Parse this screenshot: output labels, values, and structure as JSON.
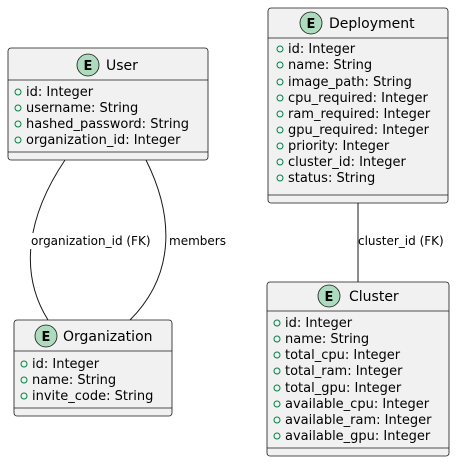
{
  "colors": {
    "entity_fill": "#f1f1f1",
    "entity_border": "#181818",
    "badge_fill": "#addbbd",
    "attr_marker_border": "#038048",
    "line": "#181818"
  },
  "badge_letter": "E",
  "attr_marker_icon": "public-circle-icon",
  "entities": {
    "user": {
      "name": "User",
      "attributes": [
        "id: Integer",
        "username: String",
        "hashed_password: String",
        "organization_id: Integer"
      ]
    },
    "organization": {
      "name": "Organization",
      "attributes": [
        "id: Integer",
        "name: String",
        "invite_code: String"
      ]
    },
    "deployment": {
      "name": "Deployment",
      "attributes": [
        "id: Integer",
        "name: String",
        "image_path: String",
        "cpu_required: Integer",
        "ram_required: Integer",
        "gpu_required: Integer",
        "priority: Integer",
        "cluster_id: Integer",
        "status: String"
      ]
    },
    "cluster": {
      "name": "Cluster",
      "attributes": [
        "id: Integer",
        "name: String",
        "total_cpu: Integer",
        "total_ram: Integer",
        "total_gpu: Integer",
        "available_cpu: Integer",
        "available_ram: Integer",
        "available_gpu: Integer"
      ]
    }
  },
  "relations": {
    "user_org_fk": "organization_id (FK)",
    "user_org_members": "members",
    "deployment_cluster_fk": "cluster_id (FK)"
  }
}
